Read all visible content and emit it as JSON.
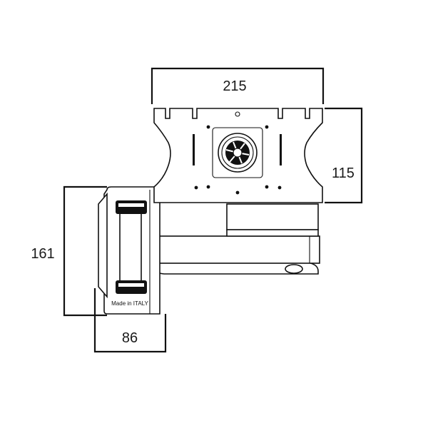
{
  "dimensions": {
    "plate_width": "215",
    "plate_height": "115",
    "wall_height": "161",
    "wall_depth": "86"
  },
  "labels": {
    "made_in": "Made in ITALY"
  },
  "colors": {
    "line": "#111111",
    "background": "#ffffff"
  }
}
